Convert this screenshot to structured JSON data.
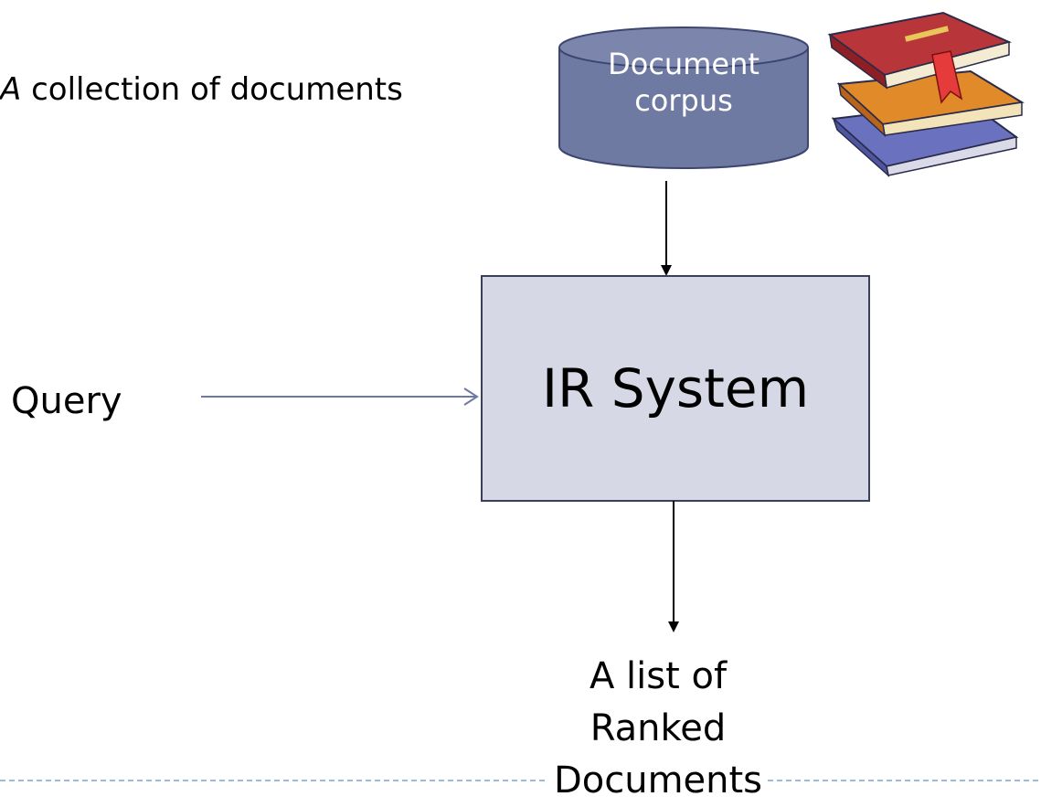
{
  "corpus": {
    "line1": "Document",
    "line2": "corpus"
  },
  "collection": {
    "first": "A",
    "rest": " collection of documents"
  },
  "query": "Query",
  "ir_system": "IR System",
  "result": {
    "line1": "A list of",
    "line2": "Ranked",
    "line3": "Documents"
  },
  "colors": {
    "corpus_fill": "#6f7aa2",
    "corpus_top": "#7c86ad",
    "corpus_stroke": "#3c4670",
    "ir_fill": "#d6d8e6",
    "ir_stroke": "#3a3f5c",
    "query_arrow": "#6f7aa2",
    "footer_line": "#7fa3cf"
  },
  "icons": {
    "books": "stack-of-books-icon"
  }
}
